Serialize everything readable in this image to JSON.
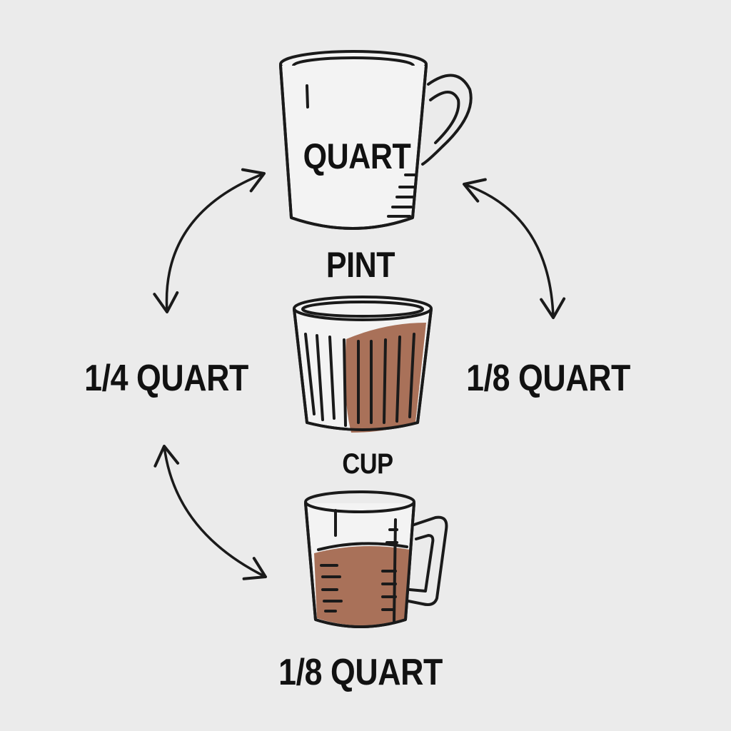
{
  "labels": {
    "quart": "QUART",
    "pint": "PINT",
    "quarter_quart": "1/4 QUART",
    "eighth_quart_right": "1/8 QUART",
    "cup": "CUP",
    "eighth_quart_bottom": "1/8 QUART"
  },
  "colors": {
    "background": "#ebebeb",
    "line": "#1a1a1a",
    "liquid": "#a97159"
  },
  "icons": {
    "top": "mug-icon",
    "middle": "glass-icon",
    "bottom": "measuring-cup-icon",
    "arrows": "double-arrow-icon"
  }
}
